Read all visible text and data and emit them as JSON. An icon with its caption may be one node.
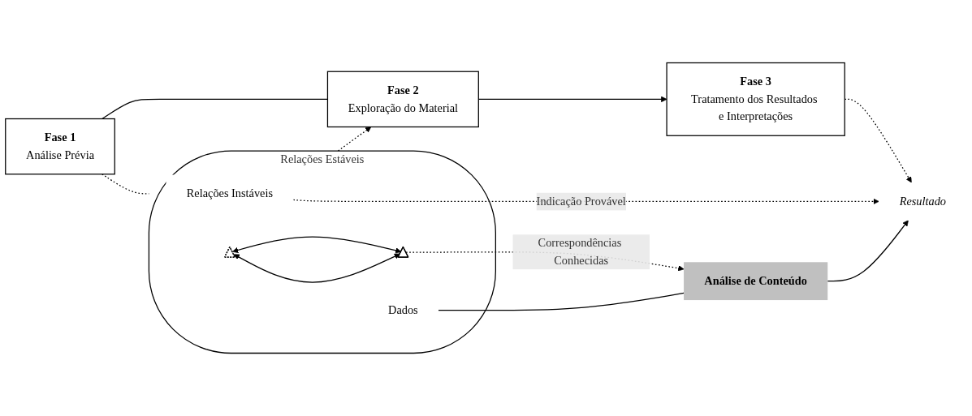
{
  "diagram": {
    "nodes": [
      {
        "text": [
          "Fase 1",
          "Análise Prévia"
        ]
      },
      {
        "text": [
          "Fase 2",
          "Exploração do Material"
        ]
      },
      {
        "text": [
          "Fase 3",
          "Tratamento dos Resultados e Interpretações"
        ]
      },
      {
        "text": [
          "Relações Estáveis"
        ]
      },
      {
        "text": [
          "Relações Instáveis"
        ],
        "in": 3
      },
      {
        "text": [],
        "shape": "triangle",
        "in": 3
      },
      {
        "text": [],
        "shape": "triangle",
        "in": 3
      },
      {
        "text": [
          "Dados"
        ],
        "in": 3
      },
      {
        "text": [
          "Resultado"
        ]
      },
      {
        "text": [
          "Análise de Conteúdo"
        ]
      }
    ],
    "edges": [
      {
        "from": 0,
        "to": 1,
        "arrow": "none"
      },
      {
        "from": 1,
        "to": 2,
        "arrow": "to"
      },
      {
        "from": 0,
        "to": 3,
        "arrow": "none",
        "style": "dashed"
      },
      {
        "from": 3,
        "to": 1,
        "arrow": "to",
        "style": "dashed"
      },
      {
        "from": 2,
        "to": 8,
        "arrow": "to",
        "style": "dashed"
      },
      {
        "from": 4,
        "to": 8,
        "arrow": "to",
        "style": "dashed",
        "label": "Indicação Provável"
      },
      {
        "from": 5,
        "to": 6,
        "arrow": "both"
      },
      {
        "from": 5,
        "to": 6,
        "arrow": "both"
      },
      {
        "from": 6,
        "to": 9,
        "arrow": "to",
        "style": "dashed",
        "label": "Correspondências Conhecidas"
      },
      {
        "from": 7,
        "to": 9,
        "arrow": "none"
      },
      {
        "from": 9,
        "to": 8,
        "arrow": "to"
      }
    ]
  }
}
